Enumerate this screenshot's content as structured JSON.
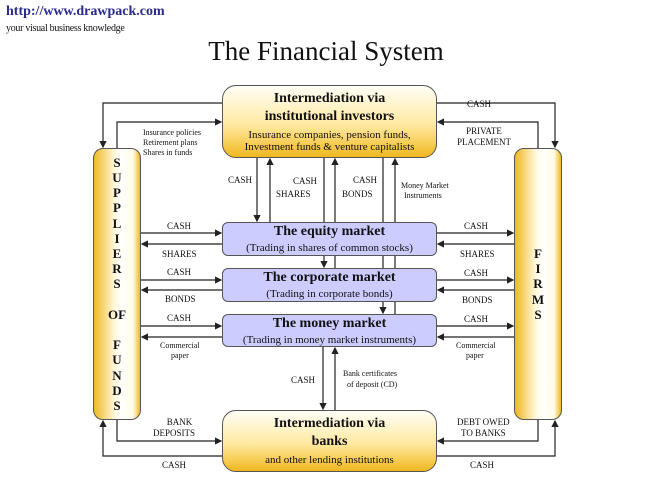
{
  "header": {
    "url": "http://www.drawpack.com",
    "tagline": "your visual business knowledge",
    "title": "The Financial System"
  },
  "boxes": {
    "institutional": {
      "title1": "Intermediation via",
      "title2": "institutional investors",
      "sub1": "Insurance companies, pension funds,",
      "sub2": "Investment funds & venture capitalists"
    },
    "banks": {
      "title1": "Intermediation via",
      "title2": "banks",
      "sub": "and other lending institutions"
    },
    "suppliers": {
      "letters": [
        "S",
        "U",
        "P",
        "P",
        "L",
        "I",
        "E",
        "R",
        "S",
        "",
        "OF",
        "",
        "F",
        "U",
        "N",
        "D",
        "S"
      ]
    },
    "firms": {
      "letters": [
        "F",
        "I",
        "R",
        "M",
        "S"
      ]
    },
    "equity": {
      "title": "The equity market",
      "sub": "(Trading in shares of common stocks)"
    },
    "corporate": {
      "title": "The corporate market",
      "sub": "(Trading in corporate bonds)"
    },
    "money": {
      "title": "The money market",
      "sub": "(Trading in money market instruments)"
    }
  },
  "labels": {
    "top_right_cash": "CASH",
    "private1": "PRIVATE",
    "private2": "PLACEMENT",
    "ins1": "Insurance policies",
    "ins2": "Retirement plans",
    "ins3": "Shares in funds",
    "v_cash1": "CASH",
    "v_cash2": "CASH",
    "v_shares": "SHARES",
    "v_cash3": "CASH",
    "v_bonds": "BONDS",
    "mm1": "Money Market",
    "mm2": "Instruments",
    "eq_l_cash": "CASH",
    "eq_l_shares": "SHARES",
    "eq_r_cash": "CASH",
    "eq_r_shares": "SHARES",
    "co_l_cash": "CASH",
    "co_l_bonds": "BONDS",
    "co_r_cash": "CASH",
    "co_r_bonds": "BONDS",
    "mo_l_cash": "CASH",
    "mo_l_cp1": "Commercial",
    "mo_l_cp2": "paper",
    "mo_r_cash": "CASH",
    "mo_r_cp1": "Commercial",
    "mo_r_cp2": "paper",
    "b_cash": "CASH",
    "cd1": "Bank certificates",
    "cd2": "of deposit (CD)",
    "bank_dep1": "BANK",
    "bank_dep2": "DEPOSITS",
    "debt1": "DEBT OWED",
    "debt2": "TO BANKS",
    "bot_l_cash": "CASH",
    "bot_r_cash": "CASH"
  }
}
